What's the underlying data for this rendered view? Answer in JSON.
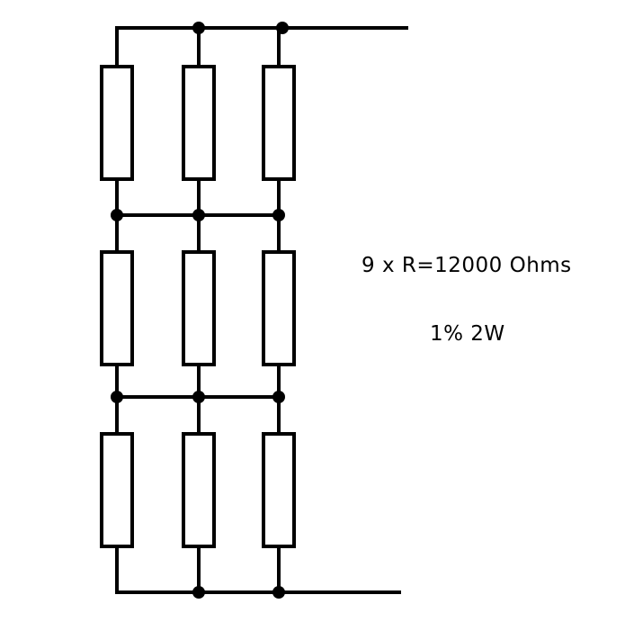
{
  "diagram": {
    "resistor_count": 9,
    "grid": {
      "rows": 3,
      "columns": 3
    },
    "spec_text": "9 x R=12000 Ohms",
    "tolerance_text": "1% 2W",
    "colors": {
      "stroke": "#000000",
      "background": "#ffffff",
      "resistor_fill": "#ffffff"
    }
  }
}
